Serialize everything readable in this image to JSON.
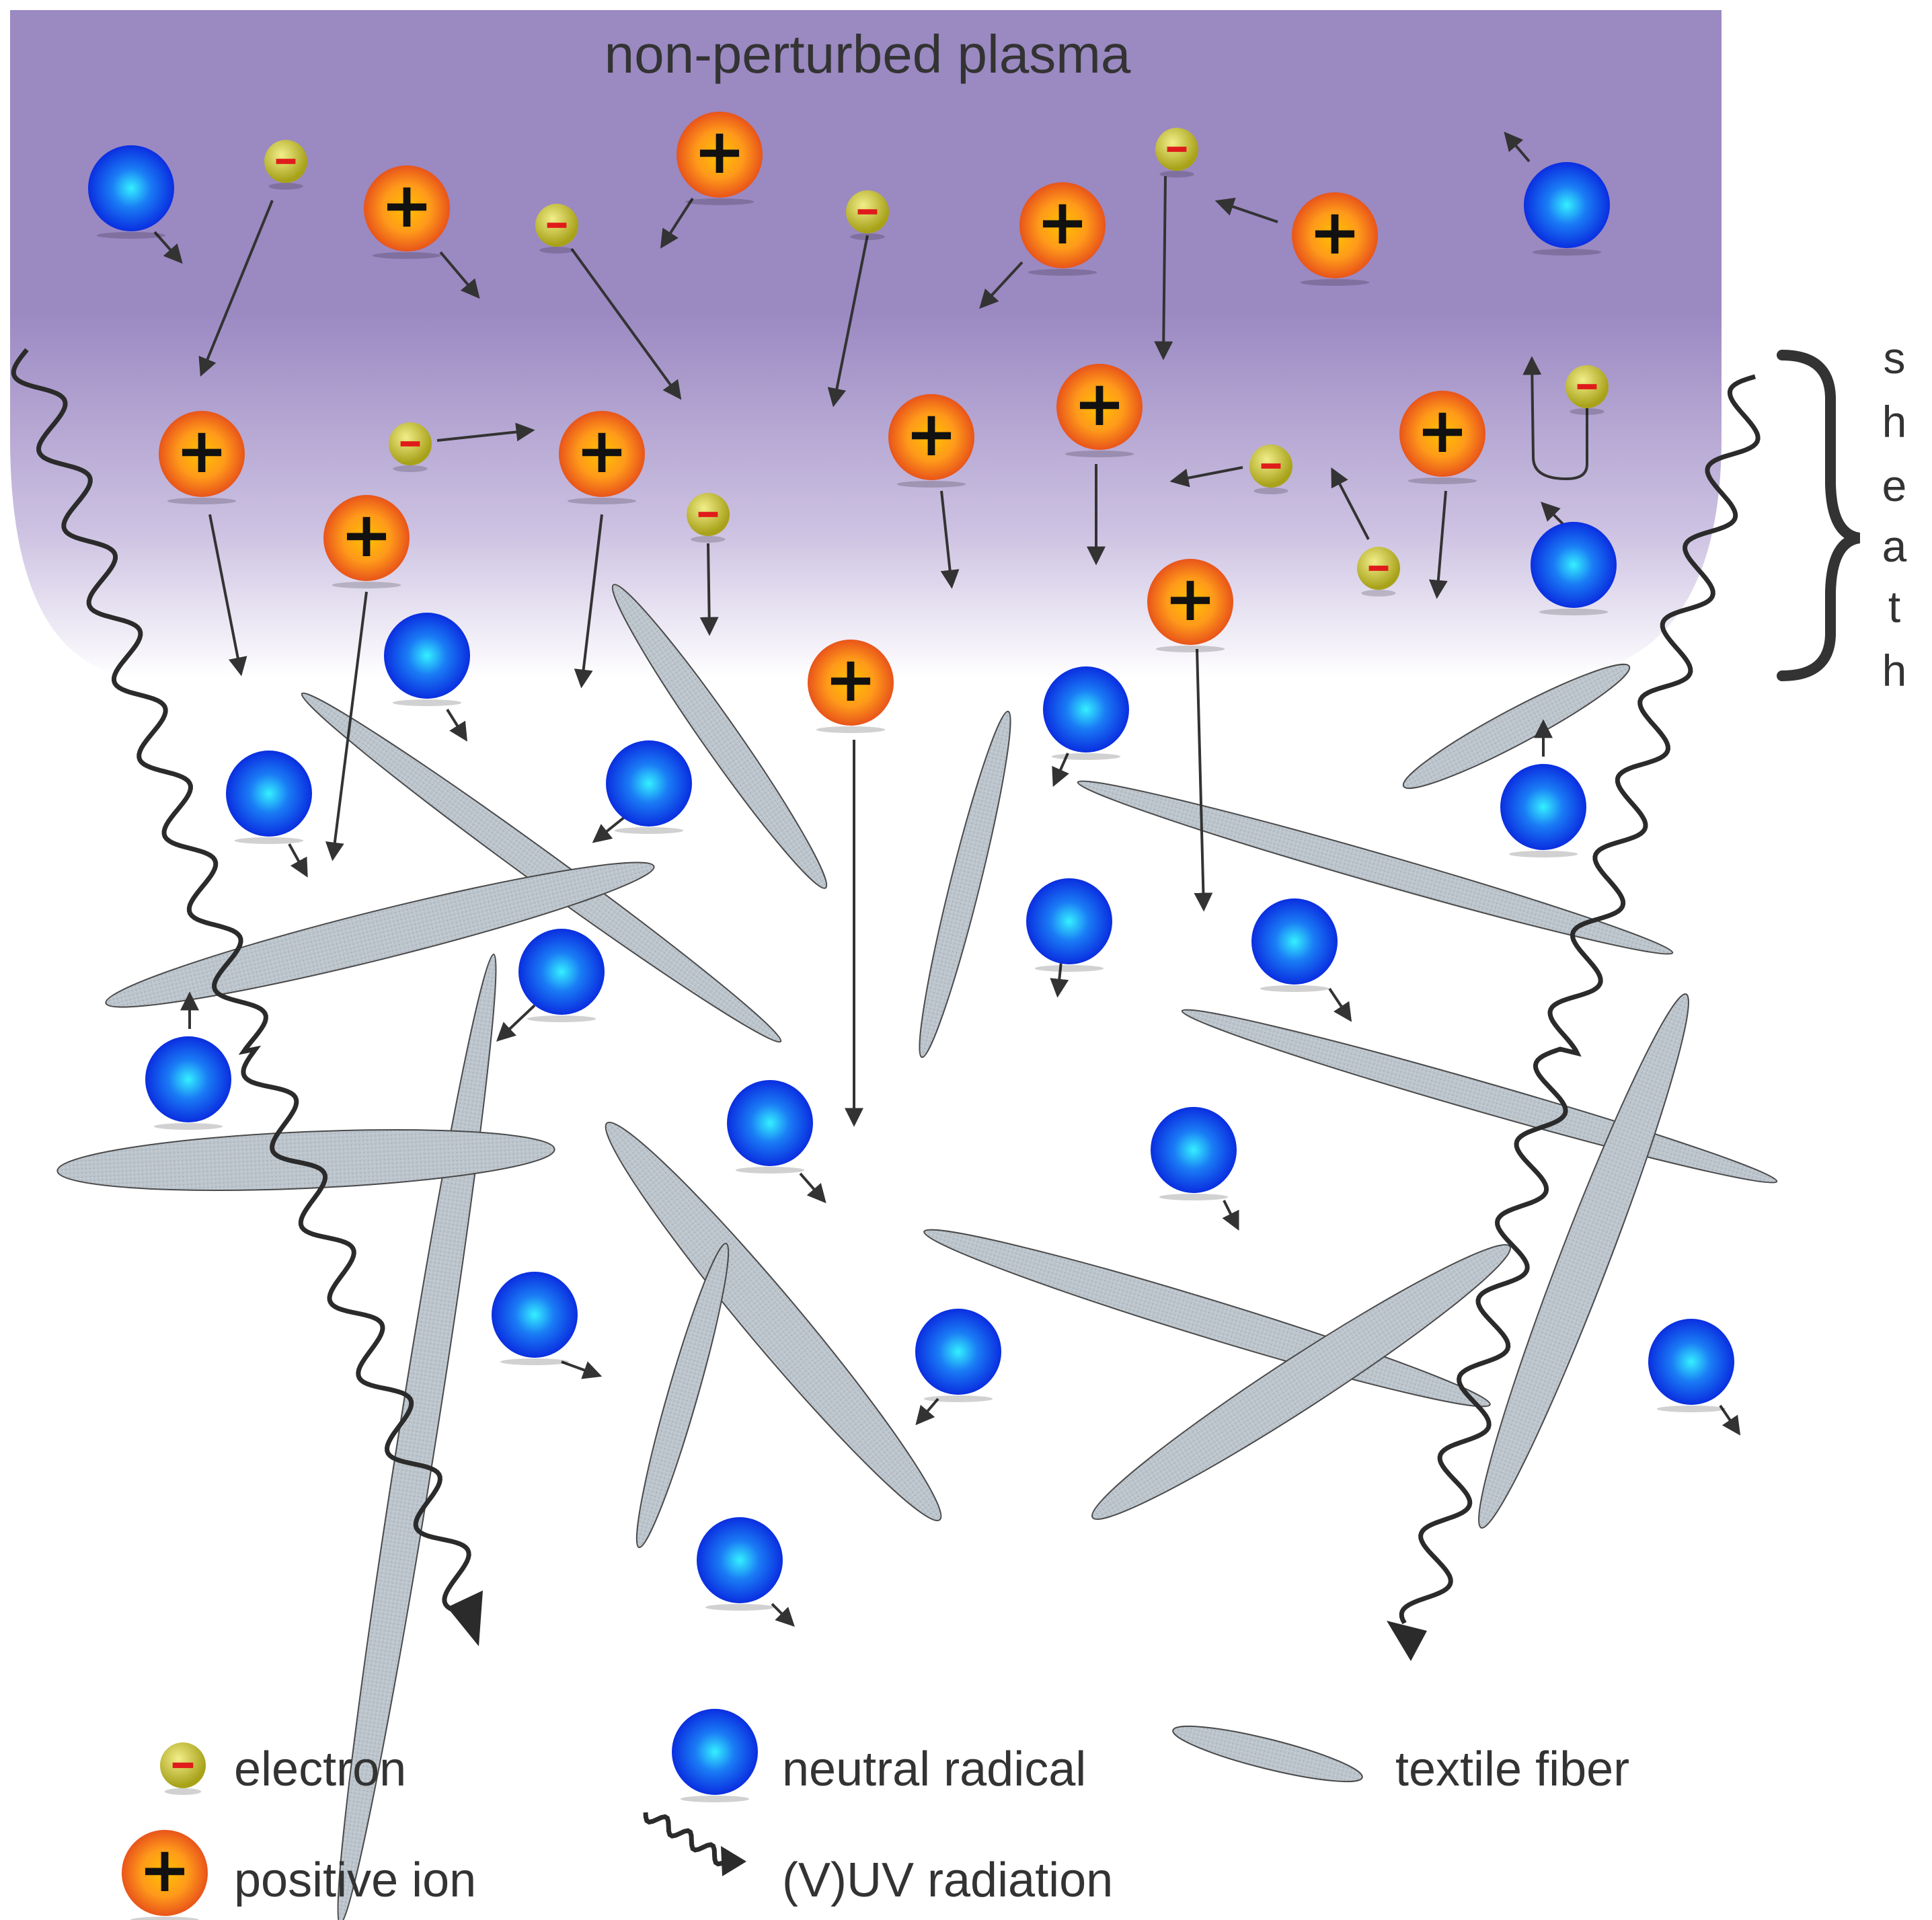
{
  "title": "non-perturbed plasma",
  "sheath_label": "sheath",
  "symbols": {
    "plus": "+",
    "minus": "−"
  },
  "colors": {
    "plasma_top": "#9b89c2",
    "plasma_bottom": "#ffffff",
    "ion": "#e8541a",
    "ion_core": "#ffc000",
    "electron": "#a8a21a",
    "electron_sign": "#e01b1b",
    "radical": "#0a2ee0",
    "radical_core": "#34f0ff",
    "fiber_fill": "#bcc4cc",
    "fiber_stroke": "#4a4a4a",
    "arrow": "#333333",
    "uv": "#2b2b2b"
  },
  "legend": {
    "electron": "electron",
    "positive_ion": "positive ion",
    "neutral_radical": "neutral radical",
    "uv_radiation": "(V)UV radiation",
    "textile_fiber": "textile fiber"
  }
}
